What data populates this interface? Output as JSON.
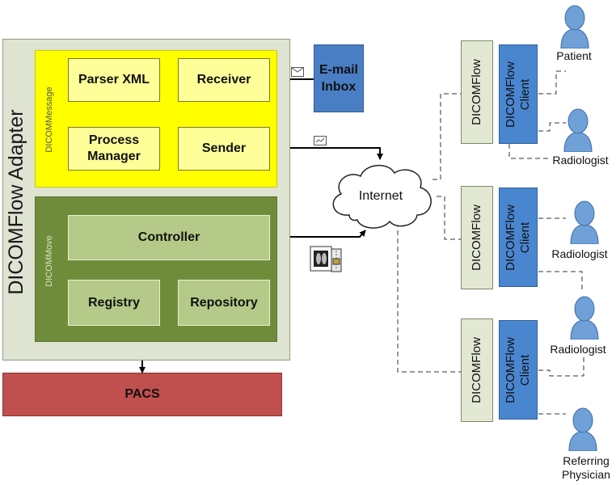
{
  "adapter": {
    "title": "DICOMFlow Adapter",
    "message_label": "DICOMMessage",
    "move_label": "DICOMMove",
    "parser": "Parser XML",
    "receiver": "Receiver",
    "process_manager": "Process Manager",
    "sender": "Sender",
    "controller": "Controller",
    "registry": "Registry",
    "repository": "Repository"
  },
  "pacs": "PACS",
  "email_inbox": "E-mail Inbox",
  "internet": "Internet",
  "clients": [
    {
      "flow": "DICOMFlow",
      "client": "DICOMFlow Client"
    },
    {
      "flow": "DICOMFlow",
      "client": "DICOMFlow Client"
    },
    {
      "flow": "DICOMFlow",
      "client": "DICOMFlow Client"
    }
  ],
  "people": [
    "Patient",
    "Radiologist",
    "Radiologist",
    "Radiologist",
    "Referring Physician"
  ],
  "colors": {
    "message": "#ffff00",
    "move": "#6f8c3a",
    "pacs": "#c0504d",
    "client": "#4a86d0",
    "person": "#6fa0d8"
  }
}
